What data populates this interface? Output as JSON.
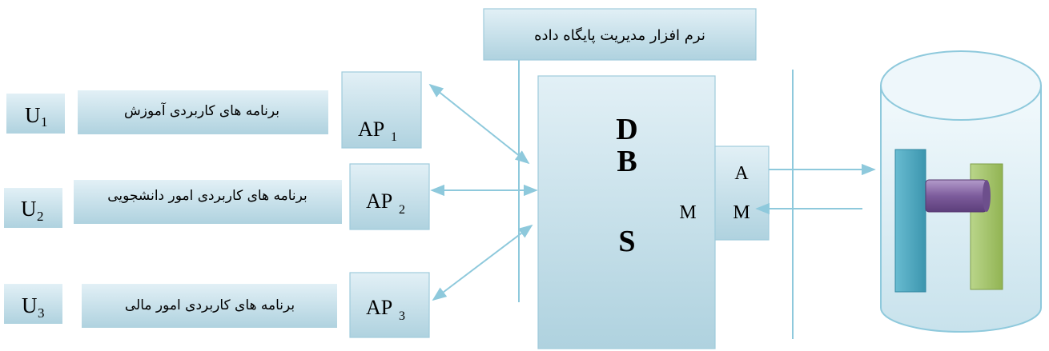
{
  "users": [
    {
      "letter": "U",
      "sub": "1"
    },
    {
      "letter": "U",
      "sub": "2"
    },
    {
      "letter": "U",
      "sub": "3"
    }
  ],
  "applications": [
    {
      "label": "برنامه های کاربردی آموزش"
    },
    {
      "label": "برنامه های کاربردی امور دانشجویی"
    },
    {
      "label": "برنامه های کاربردی امور مالی"
    }
  ],
  "ap_boxes": [
    {
      "letter": "AP",
      "sub": "1"
    },
    {
      "letter": "AP",
      "sub": "2"
    },
    {
      "letter": "AP",
      "sub": "3"
    }
  ],
  "dbms_header": "نرم افزار مدیریت پایگاه داده",
  "dbms_letters": [
    "D",
    "B",
    "S"
  ],
  "dbms_m": "M",
  "am_letters": [
    "A",
    "M"
  ],
  "colors": {
    "box_top": "#d8eaf1",
    "box_bottom": "#b2d3e0",
    "arrow": "#8ec9dc",
    "cyl_blue": "#4aa9c1",
    "cyl_purple": "#8a6aa7",
    "cyl_green": "#a3c366"
  }
}
